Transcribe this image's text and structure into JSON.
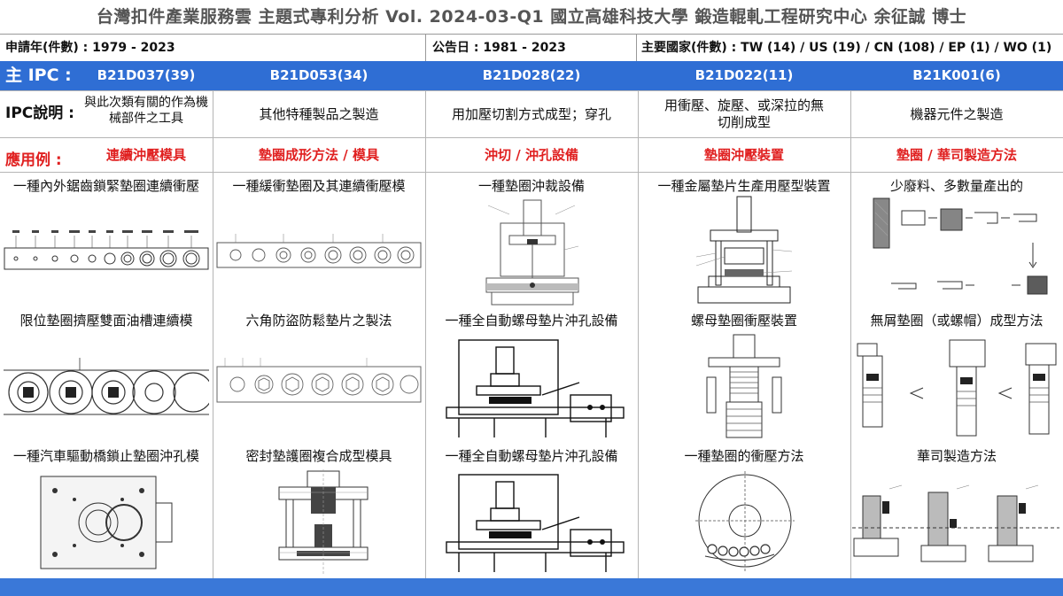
{
  "banner": "台灣扣件產業服務雲  主題式專利分析  Vol. 2024-03-Q1  國立高雄科技大學  鍛造輥軋工程研究中心   余征誠 博士",
  "meta": {
    "years": "申請年(件數) : 1979 - 2023",
    "pub_date": "公告日 : 1981 - 2023",
    "countries": "主要國家(件數) : TW (14) / US (19) / CN (108) / EP (1) / WO (1)"
  },
  "row_labels": {
    "ipc": "主 IPC :",
    "ipc_desc": "IPC說明 :",
    "application": "應用例 :"
  },
  "columns": [
    {
      "ipc": "B21D037(39)",
      "desc": "與此次類有關的作為機械部件之工具",
      "application": "連續沖壓模具",
      "patents": [
        "一種內外鋸齒鎖緊墊圈連續衝壓",
        "限位墊圈擠壓雙面油槽連續模",
        "一種汽車驅動橋鎖止墊圈沖孔模"
      ]
    },
    {
      "ipc": "B21D053(34)",
      "desc": "其他特種製品之製造",
      "application": "墊圈成形方法 / 模具",
      "patents": [
        "一種緩衝墊圈及其連續衝壓模",
        "六角防盜防鬆墊片之製法",
        "密封墊護圈複合成型模具"
      ]
    },
    {
      "ipc": "B21D028(22)",
      "desc": "用加壓切割方式成型；穿孔",
      "application": "沖切 / 沖孔設備",
      "patents": [
        "一種墊圈沖裁設備",
        "一種全自動螺母墊片沖孔設備",
        "一種全自動螺母墊片沖孔設備"
      ]
    },
    {
      "ipc": "B21D022(11)",
      "desc": "用衝壓、旋壓、或深拉的無切削成型",
      "application": "墊圈沖壓裝置",
      "patents": [
        "一種金屬墊片生產用壓型裝置",
        "螺母墊圈衝壓裝置",
        "一種墊圈的衝壓方法"
      ]
    },
    {
      "ipc": "B21K001(6)",
      "desc": "機器元件之製造",
      "application": "墊圈 / 華司製造方法",
      "patents": [
        "少廢料、多數量產出的",
        "無屑墊圈（或螺帽）成型方法",
        "華司製造方法"
      ]
    }
  ],
  "colors": {
    "ipc_bar": "#2f6ed4",
    "app_red": "#e02020",
    "bottom_bar": "#3a78d8"
  }
}
